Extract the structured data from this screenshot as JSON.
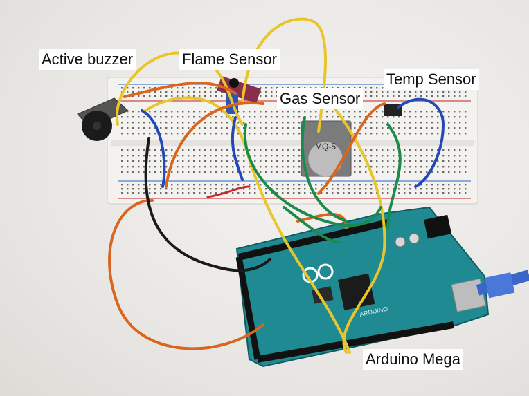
{
  "image": {
    "description_type": "annotated-photo",
    "labels": {
      "active_buzzer": "Active buzzer",
      "flame_sensor": "Flame Sensor",
      "gas_sensor": "Gas Sensor",
      "temp_sensor": "Temp Sensor",
      "arduino_mega": "Arduino Mega"
    },
    "board_marking": "ARDUINO",
    "sensor_marking": "MQ-5"
  },
  "colors": {
    "background": "#ebe9e6",
    "breadboard": "#f2f1ee",
    "arduino_board": "#1f8a92",
    "wire_yellow": "#e8c52a",
    "wire_orange": "#d9661f",
    "wire_blue": "#2348b8",
    "wire_green": "#1c8a4a",
    "wire_black": "#1a1a1a",
    "wire_red": "#c8262b",
    "usb_cable": "#3a66c8"
  }
}
